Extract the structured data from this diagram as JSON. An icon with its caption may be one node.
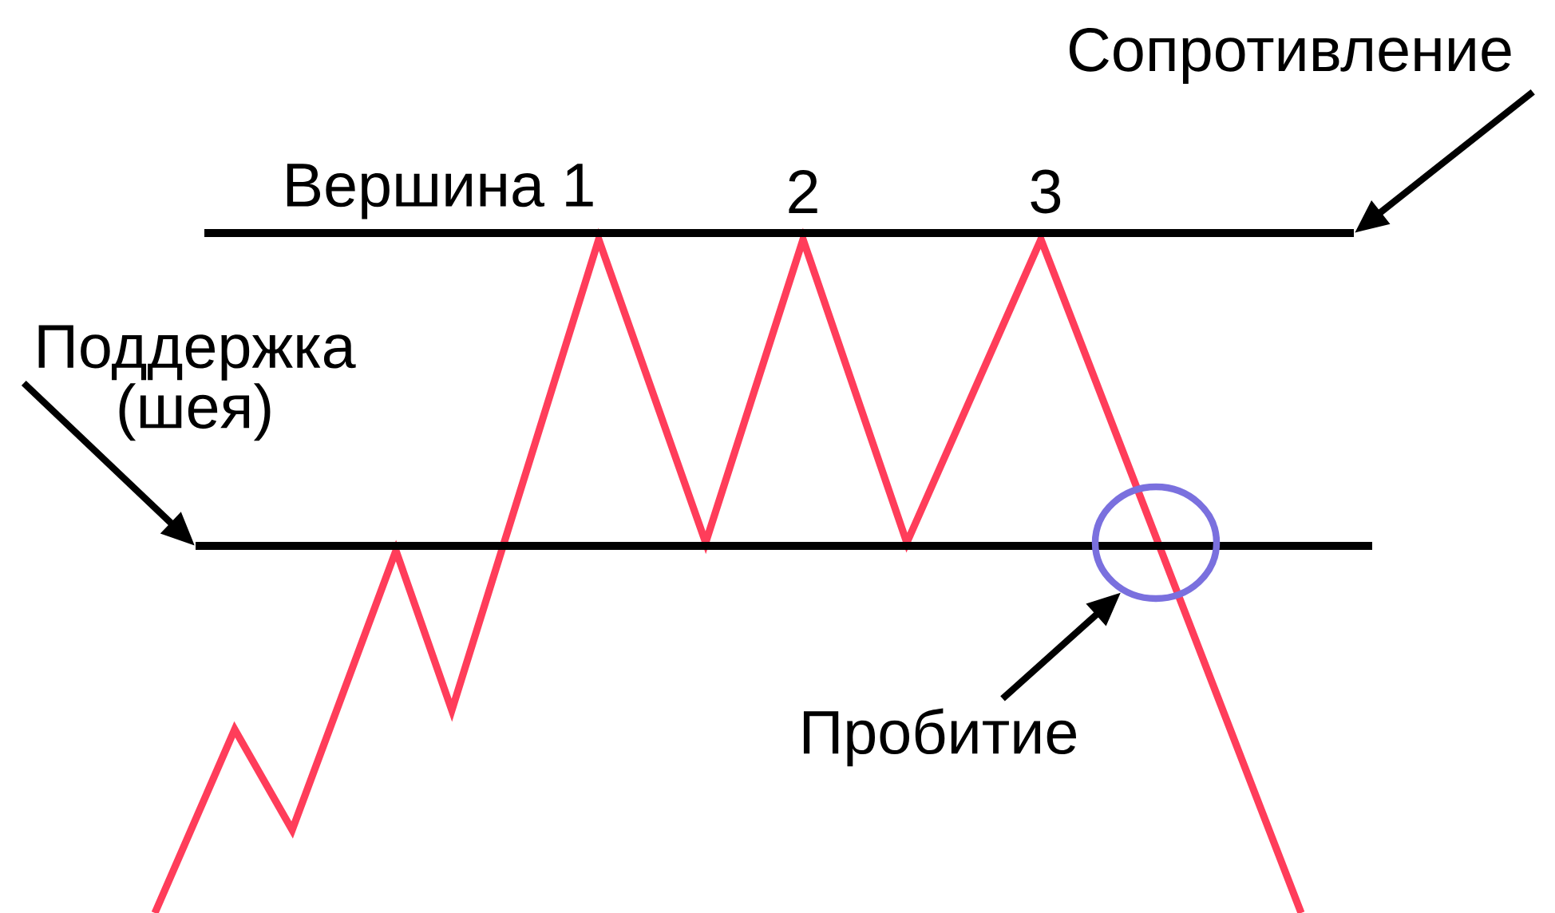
{
  "diagram": {
    "nodes": [
      {
        "text": [
          "Сопротивление"
        ]
      },
      {
        "text": [],
        "shape": "line"
      },
      {
        "text": [
          "Поддержка (шея)"
        ]
      },
      {
        "text": [],
        "shape": "line"
      },
      {
        "text": [
          "Пробитие"
        ]
      },
      {
        "text": [],
        "shape": "circle"
      }
    ],
    "edges": [
      {
        "from": 0,
        "to": 1,
        "arrow": "to"
      },
      {
        "from": 2,
        "to": 3,
        "arrow": "to"
      },
      {
        "from": 4,
        "to": 5,
        "arrow": "to"
      }
    ],
    "labels": [
      "Вершина 1",
      "2",
      "3"
    ]
  }
}
